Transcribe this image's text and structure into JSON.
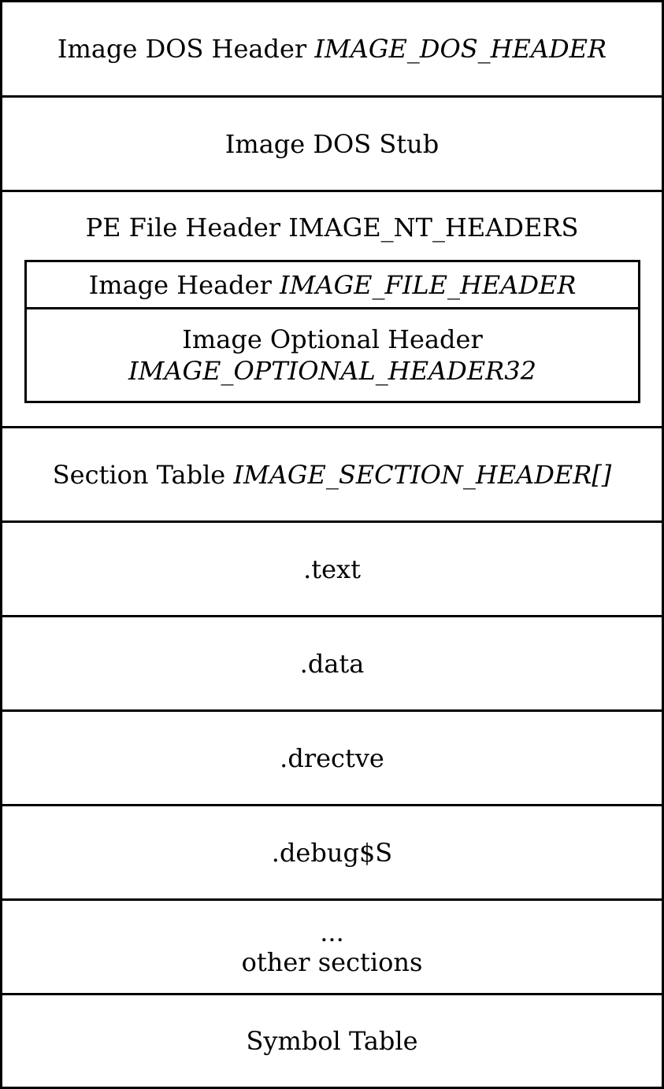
{
  "dos_header": {
    "label": "Image DOS Header",
    "type": "IMAGE_DOS_HEADER"
  },
  "dos_stub": {
    "label": "Image DOS Stub"
  },
  "pe_header": {
    "label": "PE File Header IMAGE_NT_HEADERS",
    "file_header": {
      "label": "Image Header",
      "type": "IMAGE_FILE_HEADER"
    },
    "optional_header": {
      "label": "Image Optional Header",
      "type": "IMAGE_OPTIONAL_HEADER32"
    }
  },
  "section_table": {
    "label": "Section Table",
    "type": "IMAGE_SECTION_HEADER[]"
  },
  "sections": [
    {
      "label": ".text"
    },
    {
      "label": ".data"
    },
    {
      "label": ".drectve"
    },
    {
      "label": ".debug$S"
    }
  ],
  "other_sections": {
    "ellipsis": "...",
    "label": "other sections"
  },
  "symbol_table": {
    "label": "Symbol Table"
  }
}
